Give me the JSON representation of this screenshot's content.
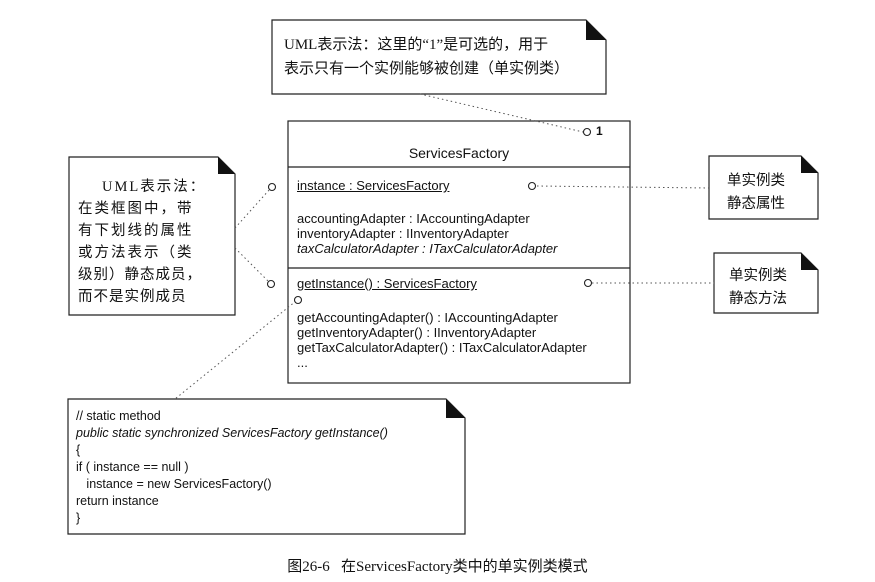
{
  "note_top": {
    "line1": "UML表示法：这里的“1”是可选的，用于",
    "line2": "表示只有一个实例能够被创建（单实例类）"
  },
  "note_left": {
    "lines": [
      "UML表示法：",
      "在类框图中，带",
      "有下划线的属性",
      "或方法表示（类",
      "级别）静态成员，",
      "而不是实例成员"
    ]
  },
  "note_static_attr": {
    "line1": "单实例类",
    "line2": "静态属性"
  },
  "note_static_method": {
    "line1": "单实例类",
    "line2": "静态方法"
  },
  "class_box": {
    "multiplicity": "1",
    "name": "ServicesFactory",
    "static_attribute": "instance : ServicesFactory",
    "attributes": [
      "accountingAdapter : IAccountingAdapter",
      "inventoryAdapter : IInventoryAdapter",
      "taxCalculatorAdapter : ITaxCalculatorAdapter"
    ],
    "static_method": "getInstance() : ServicesFactory",
    "methods": [
      "getAccountingAdapter() : IAccountingAdapter",
      "getInventoryAdapter() : IInventoryAdapter",
      "getTaxCalculatorAdapter() : ITaxCalculatorAdapter",
      "..."
    ]
  },
  "code_note": {
    "lines": [
      "// static method",
      "public static synchronized ServicesFactory getInstance()",
      "{",
      "if ( instance == null )",
      "   instance = new ServicesFactory()",
      "return instance",
      "}"
    ]
  },
  "caption": "图26-6   在ServicesFactory类中的单实例类模式"
}
